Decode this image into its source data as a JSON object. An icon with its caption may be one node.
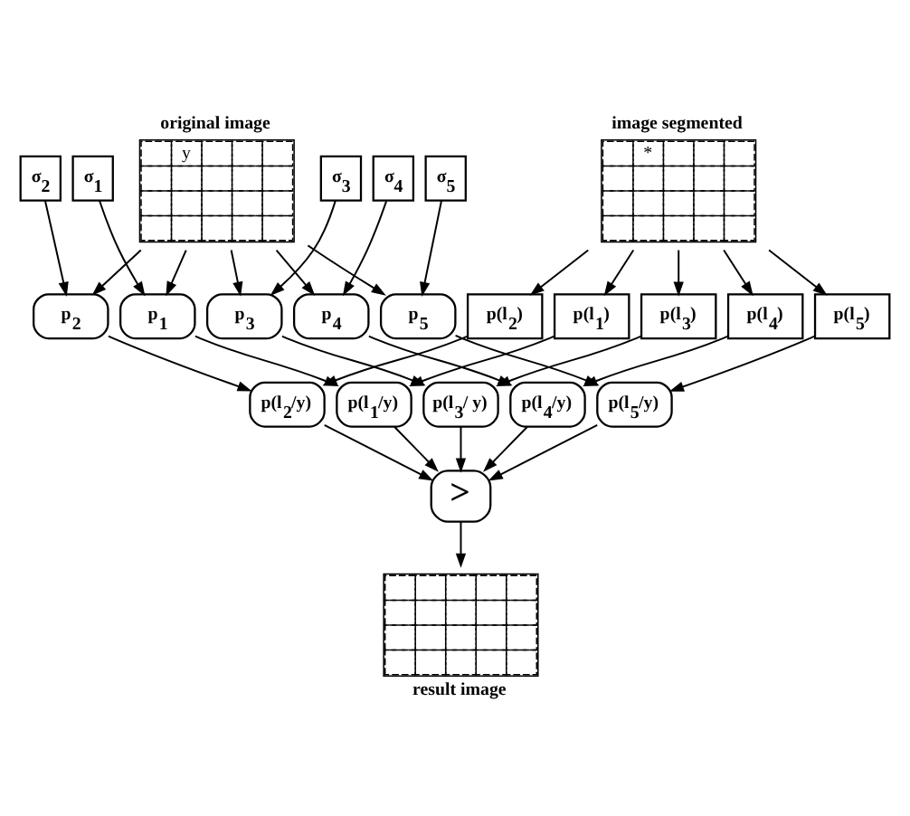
{
  "diagram": {
    "nodes": [
      {
        "text": [
          "original image",
          "y"
        ]
      },
      {
        "text": [
          "image segmented",
          "*"
        ]
      },
      {
        "text": [
          "σ$_{1}$"
        ]
      },
      {
        "text": [
          "σ$_{2}$"
        ]
      },
      {
        "text": [
          "σ$_{3}$"
        ]
      },
      {
        "text": [
          "σ$_{4}$"
        ]
      },
      {
        "text": [
          "σ$_{5}$"
        ]
      },
      {
        "text": [
          "p$_{1}$"
        ]
      },
      {
        "text": [
          "p$_{2}$"
        ]
      },
      {
        "text": [
          "p$_{3}$"
        ]
      },
      {
        "text": [
          "p$_{4}$"
        ]
      },
      {
        "text": [
          "p$_{5}$"
        ]
      },
      {
        "text": [
          "p(l$_{1}$)"
        ]
      },
      {
        "text": [
          "p(l$_{2}$)"
        ]
      },
      {
        "text": [
          "p(l$_{3}$)"
        ]
      },
      {
        "text": [
          "p(l$_{4}$)"
        ]
      },
      {
        "text": [
          "p(l$_{5}$)"
        ]
      },
      {
        "text": [
          "p(l$_{1}$/y)"
        ]
      },
      {
        "text": [
          "p(l$_{2}$/y)"
        ]
      },
      {
        "text": [
          "p(l$_{3}$/ y)"
        ]
      },
      {
        "text": [
          "p(l$_{4}$/y)"
        ]
      },
      {
        "text": [
          "p(l$_{5}$/y)"
        ]
      },
      {
        "text": [
          ">"
        ]
      },
      {
        "text": [
          "result image"
        ]
      }
    ],
    "edges": [
      {
        "from": 0,
        "to": 7,
        "arrow": "to"
      },
      {
        "from": 0,
        "to": 8,
        "arrow": "to"
      },
      {
        "from": 0,
        "to": 9,
        "arrow": "to"
      },
      {
        "from": 0,
        "to": 10,
        "arrow": "to"
      },
      {
        "from": 0,
        "to": 11,
        "arrow": "to"
      },
      {
        "from": 2,
        "to": 7,
        "arrow": "to"
      },
      {
        "from": 3,
        "to": 8,
        "arrow": "to"
      },
      {
        "from": 4,
        "to": 9,
        "arrow": "to"
      },
      {
        "from": 5,
        "to": 10,
        "arrow": "to"
      },
      {
        "from": 6,
        "to": 11,
        "arrow": "to"
      },
      {
        "from": 1,
        "to": 12,
        "arrow": "to"
      },
      {
        "from": 1,
        "to": 13,
        "arrow": "to"
      },
      {
        "from": 1,
        "to": 14,
        "arrow": "to"
      },
      {
        "from": 1,
        "to": 15,
        "arrow": "to"
      },
      {
        "from": 1,
        "to": 16,
        "arrow": "to"
      },
      {
        "from": 7,
        "to": 17,
        "arrow": "to"
      },
      {
        "from": 8,
        "to": 18,
        "arrow": "to"
      },
      {
        "from": 9,
        "to": 19,
        "arrow": "to"
      },
      {
        "from": 10,
        "to": 20,
        "arrow": "to"
      },
      {
        "from": 11,
        "to": 21,
        "arrow": "to"
      },
      {
        "from": 12,
        "to": 17,
        "arrow": "to"
      },
      {
        "from": 13,
        "to": 18,
        "arrow": "to"
      },
      {
        "from": 14,
        "to": 19,
        "arrow": "to"
      },
      {
        "from": 15,
        "to": 20,
        "arrow": "to"
      },
      {
        "from": 16,
        "to": 21,
        "arrow": "to"
      },
      {
        "from": 17,
        "to": 22,
        "arrow": "to"
      },
      {
        "from": 18,
        "to": 22,
        "arrow": "to"
      },
      {
        "from": 19,
        "to": 22,
        "arrow": "to"
      },
      {
        "from": 20,
        "to": 22,
        "arrow": "to"
      },
      {
        "from": 21,
        "to": 22,
        "arrow": "to"
      },
      {
        "from": 22,
        "to": 23,
        "arrow": "to"
      }
    ]
  }
}
